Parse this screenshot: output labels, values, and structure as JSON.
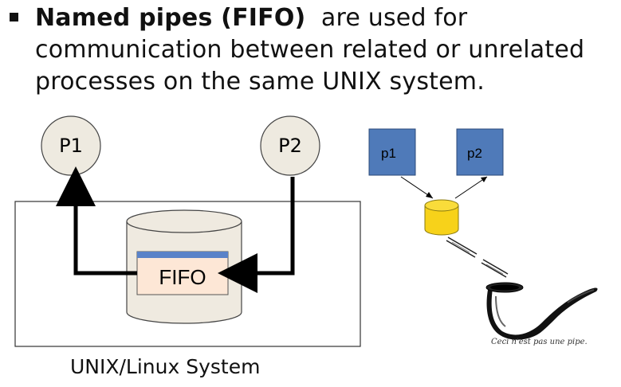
{
  "bullet": {
    "bold_term": "Named pipes (FIFO)",
    "line1_rest": "  are used for",
    "line2": "communication between related or unrelated",
    "line3": "processes on the same UNIX system."
  },
  "left_diagram": {
    "p1_label": "P1",
    "p2_label": "P2",
    "fifo_label": "FIFO",
    "system_caption": "UNIX/Linux System"
  },
  "right_diagram": {
    "box1_label": "p1",
    "box2_label": "p2",
    "pipe_caption": "Ceci n'est pas une pipe."
  },
  "colors": {
    "process_circle_fill": "#eeeae0",
    "cylinder_fill": "#efeae0",
    "fifo_fill": "#fde7d6",
    "fifo_band": "#5a82c8",
    "blue_box": "#4f7ab9",
    "yellow_cylinder": "#f7d21a"
  }
}
